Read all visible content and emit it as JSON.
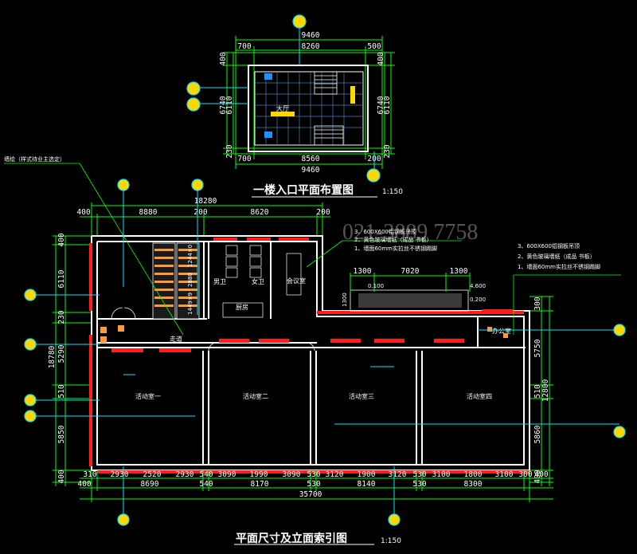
{
  "colors": {
    "background": "#000000",
    "wall": "#ffffff",
    "dimension": "#00ff00",
    "axis": "#00e5ff",
    "window": "#ff1e1e",
    "leader": "#00ff00",
    "symbol": "#ffd700"
  },
  "watermark": "021-3889 7758",
  "top_plan": {
    "title": "一楼入口平面布置图",
    "scale": "1:150",
    "top_overall": "9460",
    "top_parts": [
      "700",
      "8260",
      "500"
    ],
    "bottom_overall": "9460",
    "bottom_parts": [
      "700",
      "8560",
      "200"
    ],
    "left_dims": [
      "400",
      "6740",
      "6110",
      "230"
    ],
    "right_dims": [
      "400",
      "6740",
      "6110",
      "230"
    ],
    "room_label": "大厅"
  },
  "main_plan": {
    "title": "平面尺寸及立面索引图",
    "scale": "1:150",
    "top_overall": "18280",
    "top_parts": [
      "400",
      "8880",
      "200",
      "8620",
      "200"
    ],
    "left_overall": "18780",
    "left_parts": [
      "400",
      "6110",
      "230",
      "5290",
      "510",
      "5850",
      "400"
    ],
    "right_overall": "12800",
    "right_parts": [
      "300",
      "5750",
      "510",
      "5860",
      "400"
    ],
    "bottom_row1": [
      "310",
      "2930",
      "2520",
      "2930",
      "540",
      "3090",
      "1990",
      "3090",
      "530",
      "3120",
      "1900",
      "3120",
      "530",
      "3100",
      "1800",
      "3100",
      "300",
      "400"
    ],
    "bottom_row2": [
      "8690",
      "540",
      "8170",
      "530",
      "8140",
      "530",
      "8300"
    ],
    "bottom_overall": "35700",
    "stair_dims": [
      "1449×9",
      "2880",
      "1244×0"
    ],
    "rooms": {
      "toilet_m": "男卫",
      "toilet_f": "女卫",
      "meeting": "会议室",
      "kitchen": "厨房",
      "corridor": "走道",
      "office": "办公室",
      "act1": "活动室一",
      "act2": "活动室二",
      "act3": "活动室三",
      "act4": "活动室四"
    },
    "wall_note": "墙绘（样式待业主选定）",
    "notes_a": [
      "3、600X600铝钢板吊顶",
      "2、黄色玻璃墙纸（成品 书板）",
      "1、墙面60mm实拉丝不锈钢踢脚"
    ],
    "notes_b": [
      "3、600X600铝钢板吊顶",
      "2、黄色玻璃墙纸（成品 书板）",
      "1、墙面60mm实拉丝不锈钢踢脚"
    ],
    "elev_dims": [
      "1300",
      "7020",
      "1300"
    ],
    "elev_levels": [
      "0.100",
      "4.600",
      "0.200"
    ],
    "elev_side": [
      "1300"
    ]
  }
}
